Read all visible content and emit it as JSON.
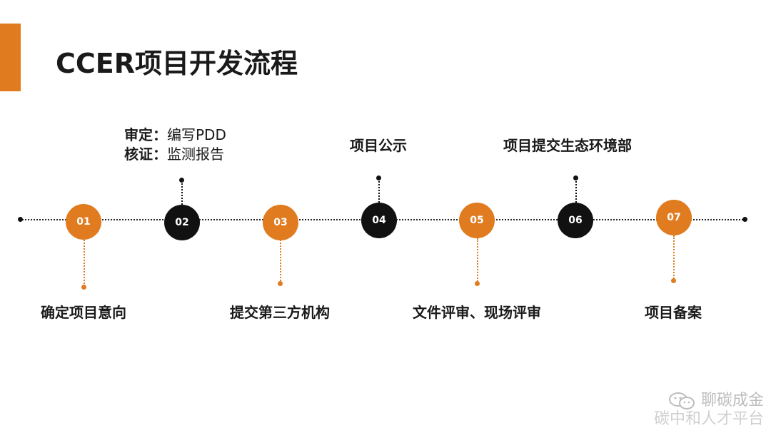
{
  "title": "CCER项目开发流程",
  "colors": {
    "accent": "#E07B1F",
    "dark": "#111111"
  },
  "steps": [
    {
      "num": "01",
      "color": "orange",
      "label": "确定项目意向",
      "label_pos": "below"
    },
    {
      "num": "02",
      "color": "black",
      "label_pos": "above"
    },
    {
      "num": "03",
      "color": "orange",
      "label": "提交第三方机构",
      "label_pos": "below"
    },
    {
      "num": "04",
      "color": "black",
      "label": "项目公示",
      "label_pos": "above"
    },
    {
      "num": "05",
      "color": "orange",
      "label": "文件评审、现场评审",
      "label_pos": "below"
    },
    {
      "num": "06",
      "color": "black",
      "label": "项目提交生态环境部",
      "label_pos": "above"
    },
    {
      "num": "07",
      "color": "orange",
      "label": "项目备案",
      "label_pos": "below"
    }
  ],
  "step2_note": {
    "line1_key": "审定：",
    "line1_val": "编写PDD",
    "line2_key": "核证：",
    "line2_val": "监测报告"
  },
  "watermark": {
    "line1": "聊碳成金",
    "line2": "碳中和人才平台",
    "icon": "wechat-icon"
  }
}
